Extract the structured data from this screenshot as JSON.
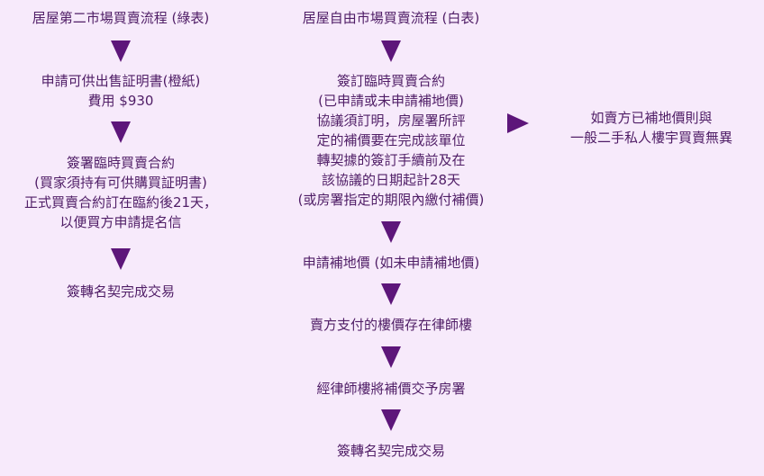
{
  "left": {
    "title": "居屋第二市場買賣流程 (綠表)",
    "steps": [
      [
        "申請可供出售証明書(橙紙)",
        "費用 $930"
      ],
      [
        "簽署臨時買賣合約",
        "(買家須持有可供購買証明書)",
        "正式買賣合約訂在臨約後21天，",
        "以便買方申請提名信"
      ],
      [
        "簽轉名契完成交易"
      ]
    ]
  },
  "right": {
    "title": "居屋自由市場買賣流程 (白表)",
    "steps": [
      [
        "簽訂臨時買賣合約",
        "(已申請或未申請補地價)",
        "協議須訂明，房屋署所評",
        "定的補價要在完成該單位",
        "轉契據的簽訂手續前及在",
        "該協議的日期起計28天",
        "(或房署指定的期限內繳付補價)"
      ],
      [
        "申請補地價 (如未申請補地價)"
      ],
      [
        "賣方支付的樓價存在律師樓"
      ],
      [
        "經律師樓將補價交予房署"
      ],
      [
        "簽轉名契完成交易"
      ]
    ],
    "side_note": [
      "如賣方已補地價則與",
      "一般二手私人樓宇買賣無異"
    ]
  }
}
